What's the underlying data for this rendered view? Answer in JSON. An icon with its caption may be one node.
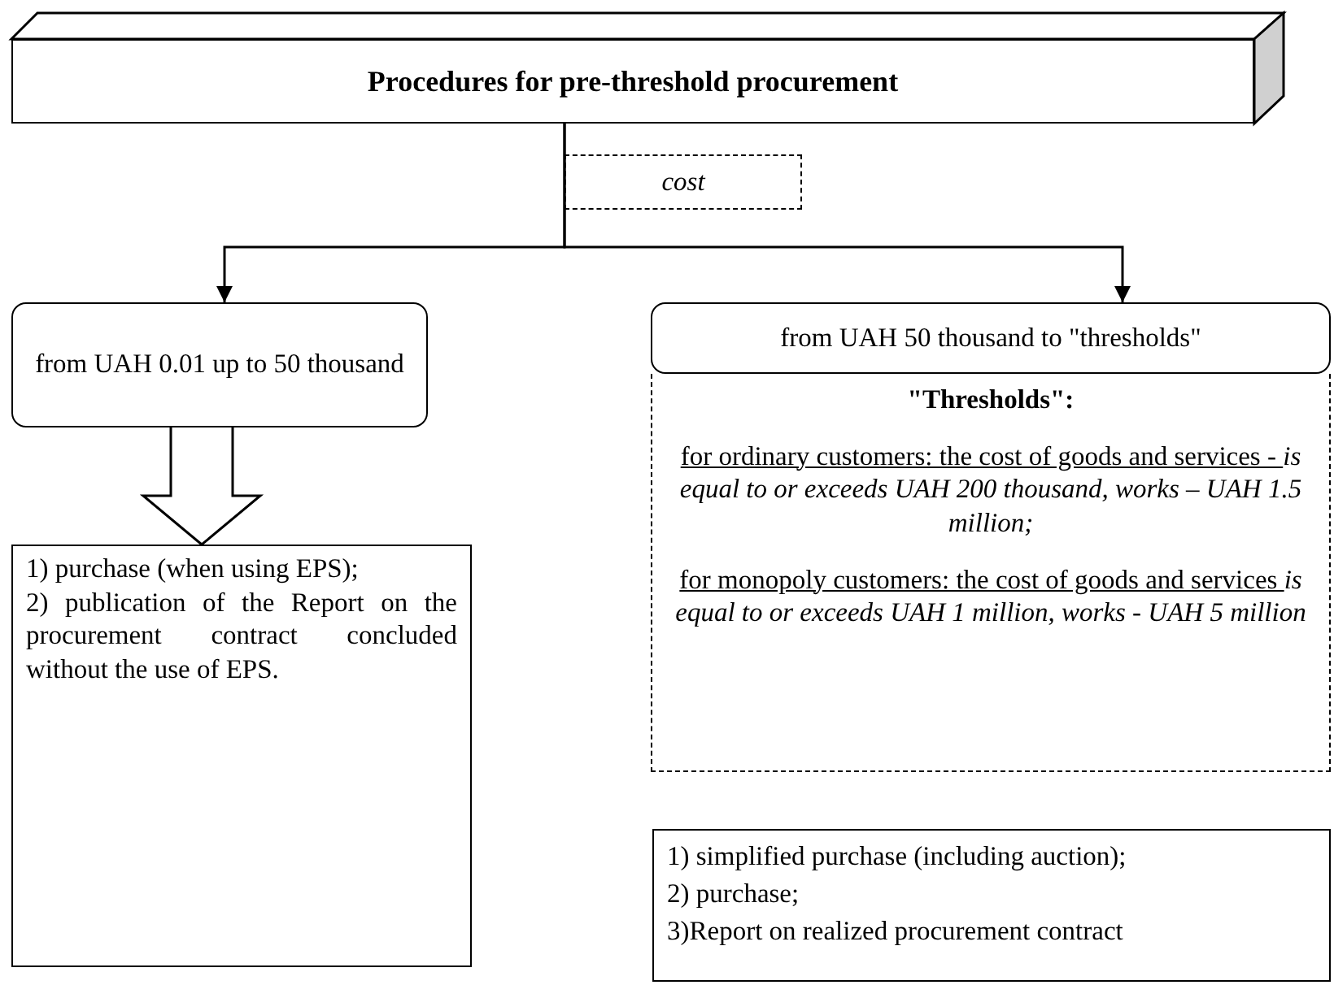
{
  "diagram": {
    "nodes": [
      {
        "text": [
          "Procedures for pre-threshold procurement"
        ]
      },
      {
        "text": [
          "cost"
        ]
      },
      {
        "text": [
          "from UAH 0.01 up to 50 thousand"
        ]
      },
      {
        "text": [
          "from UAH 50 thousand to \"thresholds\""
        ]
      },
      {
        "text": [
          "\"Thresholds\":",
          "for ordinary customers: the cost of goods and services - *is equal to or exceeds UAH 200 thousand, works – UAH 1.5 million;*",
          "for monopoly customers: the cost of goods and services *is equal to or exceeds UAH 1 million, works - UAH 5 million*"
        ]
      },
      {
        "text": [
          "1) purchase (when using EPS);",
          "2) publication of the Report on the procurement contract concluded without the use of EPS."
        ]
      },
      {
        "text": [
          "1) simplified purchase (including auction);",
          "2) purchase;",
          "3)Report on realized procurement contract"
        ]
      }
    ],
    "edges": [
      {
        "from": 0,
        "to": 2,
        "arrow": "to"
      },
      {
        "from": 0,
        "to": 3,
        "arrow": "to"
      },
      {
        "from": 2,
        "to": 5,
        "arrow": "to",
        "style": "thick"
      }
    ]
  }
}
